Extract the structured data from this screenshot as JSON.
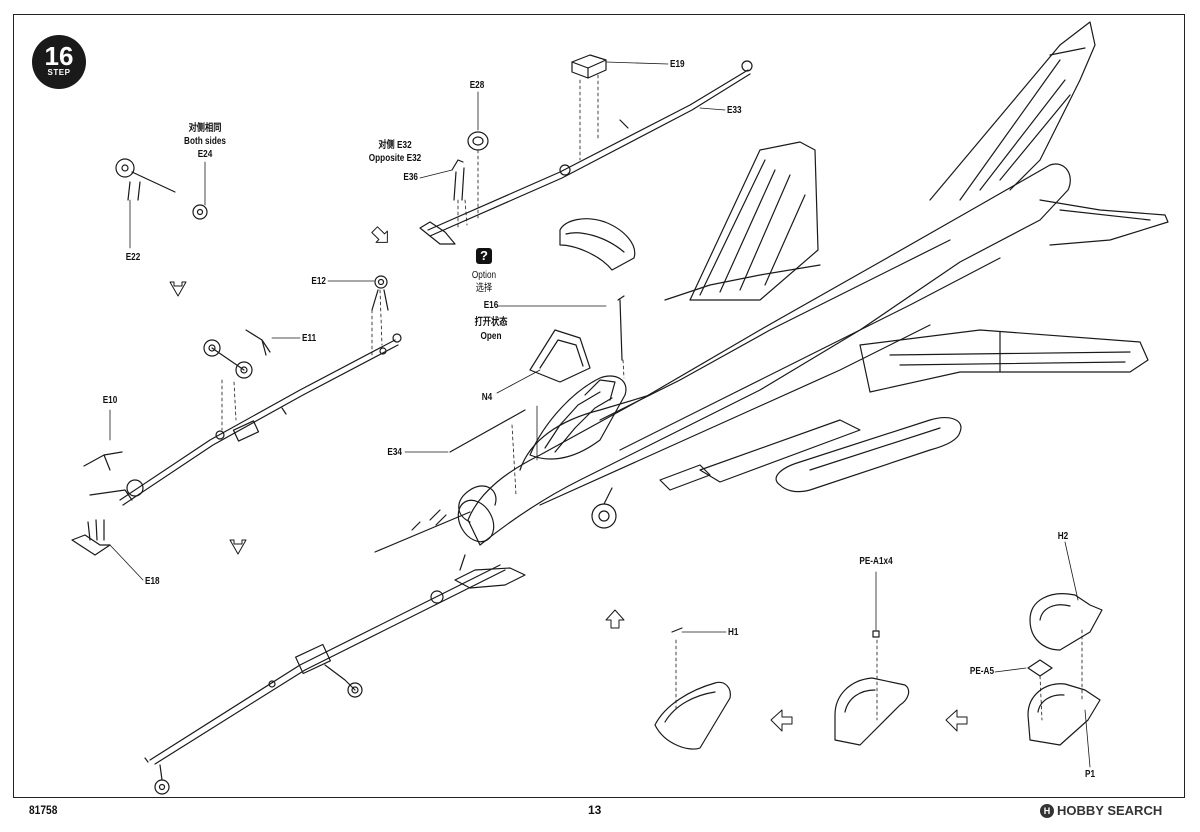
{
  "step": {
    "number": "16",
    "word": "STEP"
  },
  "labels": {
    "e19": "E19",
    "e33": "E33",
    "e28": "E28",
    "e32_cn": "对侧 E32",
    "e32_en": "Opposite E32",
    "e36": "E36",
    "e24_cn": "对侧相同",
    "e24_en": "Both sides",
    "e24": "E24",
    "e22": "E22",
    "e12": "E12",
    "e11": "E11",
    "e10": "E10",
    "e18": "E18",
    "option_mark": "?",
    "option_en": "Option",
    "option_cn": "选择",
    "e16": "E16",
    "open_cn": "打开状态",
    "open_en": "Open",
    "n4": "N4",
    "e34": "E34",
    "pe_a1x4": "PE-A1x4",
    "h1": "H1",
    "h2": "H2",
    "pe_a5": "PE-A5",
    "p1": "P1"
  },
  "footer": {
    "code": "81758",
    "page": "13"
  },
  "watermark": {
    "logo": "H",
    "text": "HOBBY SEARCH"
  },
  "colors": {
    "ink": "#111111",
    "paper": "#ffffff"
  }
}
